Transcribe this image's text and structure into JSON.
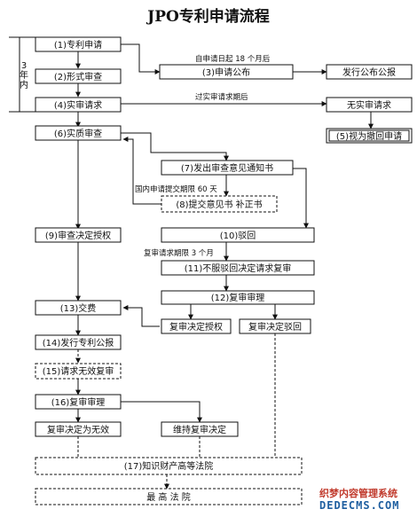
{
  "title": "JPO专利申请流程",
  "side_label": "3年内",
  "boxes": {
    "b1": "(1)专利申请",
    "b2": "(2)形式审查",
    "b3": "(3)申请公布",
    "b3r": "发行公布公报",
    "b4": "(4)实审请求",
    "b4r": "无实审请求",
    "b5": "(5)视为撤回申请",
    "b6": "(6)实质审查",
    "b7": "(7)发出审查意见通知书",
    "b8": "(8)提交意见书  补正书",
    "b9": "(9)审查决定授权",
    "b10": "(10)驳回",
    "b11": "(11)不服驳回决定请求复审",
    "b12": "(12)复审审理",
    "b13": "(13)交费",
    "b12a": "复审决定授权",
    "b12b": "复审决定驳回",
    "b14": "(14)发行专利公报",
    "b15": "(15)请求无效复审",
    "b16": "(16)复审审理",
    "b16a": "复审决定为无效",
    "b16b": "维持复审决定",
    "b17": "(17)知识财产高等法院",
    "b18": "最    高    法    院"
  },
  "notes": {
    "n1": "自申请日起 18 个月后",
    "n2": "过实审请求期后",
    "n3": "国内申请提交期限 60 天",
    "n4": "复审请求期限 3 个月"
  },
  "watermark": {
    "cn": "织梦内容管理系统",
    "en": "DEDECMS.COM"
  }
}
